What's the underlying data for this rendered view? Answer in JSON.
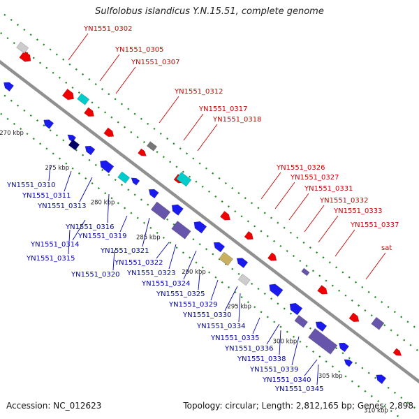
{
  "title": "Sulfolobus islandicus Y.N.15.51, complete genome",
  "footer": {
    "accession": "Accession: NC_012623",
    "topology": "Topology: circular; Length: 2,812,165 bp; Genes: 2,898"
  },
  "colors": {
    "forward_label": "#cc0000",
    "reverse_label": "#0000aa",
    "forward_cds": "#ee0000",
    "reverse_cds": "#1a1aee",
    "rna": "#00cccc",
    "pseudo": "#6655aa",
    "other": "#c8b060",
    "tick": "#228822",
    "backbone": "#909090"
  },
  "ticks": [
    "270 kbp",
    "275 kbp",
    "280 kbp",
    "285 kbp",
    "290 kbp",
    "295 kbp",
    "300 kbp",
    "305 kbp",
    "310 kbp"
  ],
  "forward_labels": [
    "YN1551_0302",
    "YN1551_0305",
    "YN1551_0307",
    "YN1551_0312",
    "YN1551_0317",
    "YN1551_0318",
    "YN1551_0326",
    "YN1551_0327",
    "YN1551_0331",
    "YN1551_0332",
    "YN1551_0333",
    "YN1551_0337",
    "sat"
  ],
  "reverse_labels": [
    "YN1551_0310",
    "YN1551_0311",
    "YN1551_0313",
    "YN1551_0316",
    "YN1551_0319",
    "YN1551_0314",
    "YN1551_0315",
    "YN1551_0321",
    "YN1551_0322",
    "YN1551_0320",
    "YN1551_0323",
    "YN1551_0324",
    "YN1551_0325",
    "YN1551_0329",
    "YN1551_0330",
    "YN1551_0334",
    "YN1551_0335",
    "YN1551_0336",
    "YN1551_0338",
    "YN1551_0339",
    "YN1551_0340",
    "YN1551_0345"
  ]
}
